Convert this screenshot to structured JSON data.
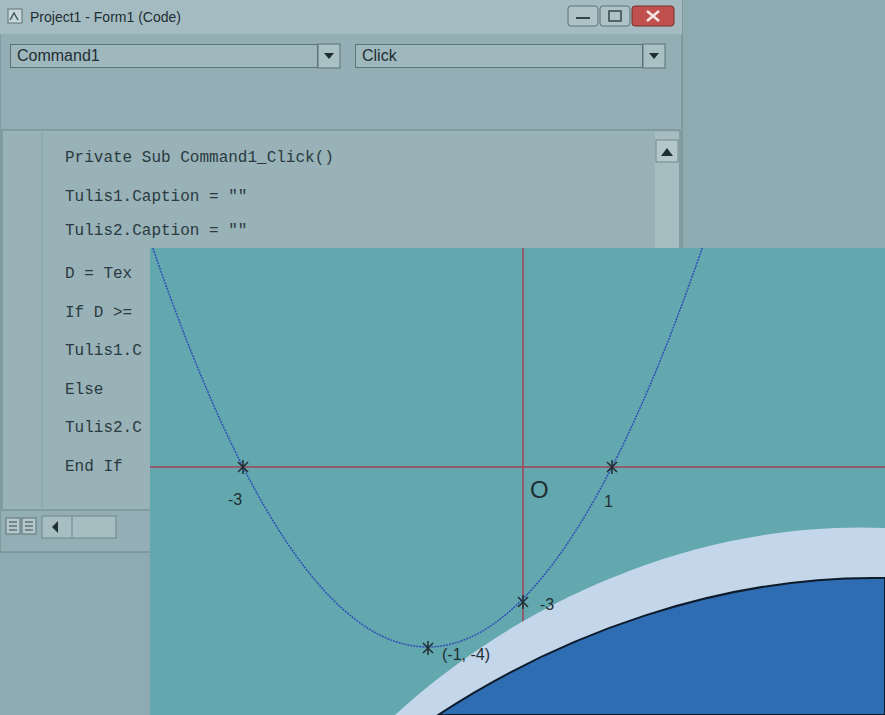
{
  "diagram": {
    "nodes": [
      {
        "text": [
          "Project1 - Form1 (Code)"
        ]
      },
      {
        "text": [
          "Command1"
        ],
        "in": 0
      },
      {
        "text": [
          "Click"
        ],
        "in": 0
      }
    ],
    "labels": [
      "Private Sub Command1_Click()",
      "Tulis1.Caption = \"\"",
      "Tulis2.Caption = \"\"",
      "D = Tex",
      "If D >=",
      "Tulis1.C",
      "Else",
      "Tulis2.C",
      "End If",
      "-3",
      "O",
      "1",
      "-3",
      "(-1, -4)"
    ]
  }
}
